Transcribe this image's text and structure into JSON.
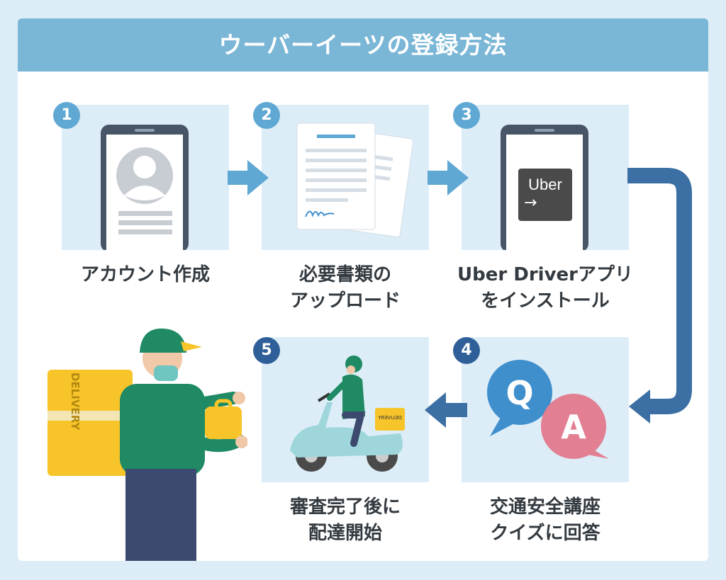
{
  "title": "ウーバーイーツの登録方法",
  "colors": {
    "header": "#7ab6d6",
    "panel": "#dcedf8",
    "badge_light": "#5ea8d3",
    "badge_dark": "#2f5f99",
    "arrow_light": "#5ea8d3",
    "arrow_dark": "#3c6fa4",
    "q_bubble": "#3f8fcd",
    "a_bubble": "#e27f92",
    "scooter": "#9ed6dc",
    "delivery_bag": "#f7c42a",
    "uniform": "#1f8a63"
  },
  "steps": [
    {
      "number": "1",
      "lines": [
        "アカウント作成"
      ],
      "icon": "phone-profile-icon"
    },
    {
      "number": "2",
      "lines": [
        "必要書類の",
        "アップロード"
      ],
      "icon": "documents-icon"
    },
    {
      "number": "3",
      "lines": [
        "Uber Driverアプリ",
        "をインストール"
      ],
      "icon": "phone-uber-app-icon",
      "app_logo": "Uber",
      "app_arrow": "→"
    },
    {
      "number": "4",
      "lines": [
        "交通安全講座",
        "クイズに回答"
      ],
      "icon": "qa-bubbles-icon",
      "q": "Q",
      "a": "A"
    },
    {
      "number": "5",
      "lines": [
        "審査完了後に",
        "配達開始"
      ],
      "icon": "scooter-rider-icon",
      "box_label": "DELIVERY"
    }
  ],
  "courier": {
    "bag_label": "DELIVERY"
  }
}
